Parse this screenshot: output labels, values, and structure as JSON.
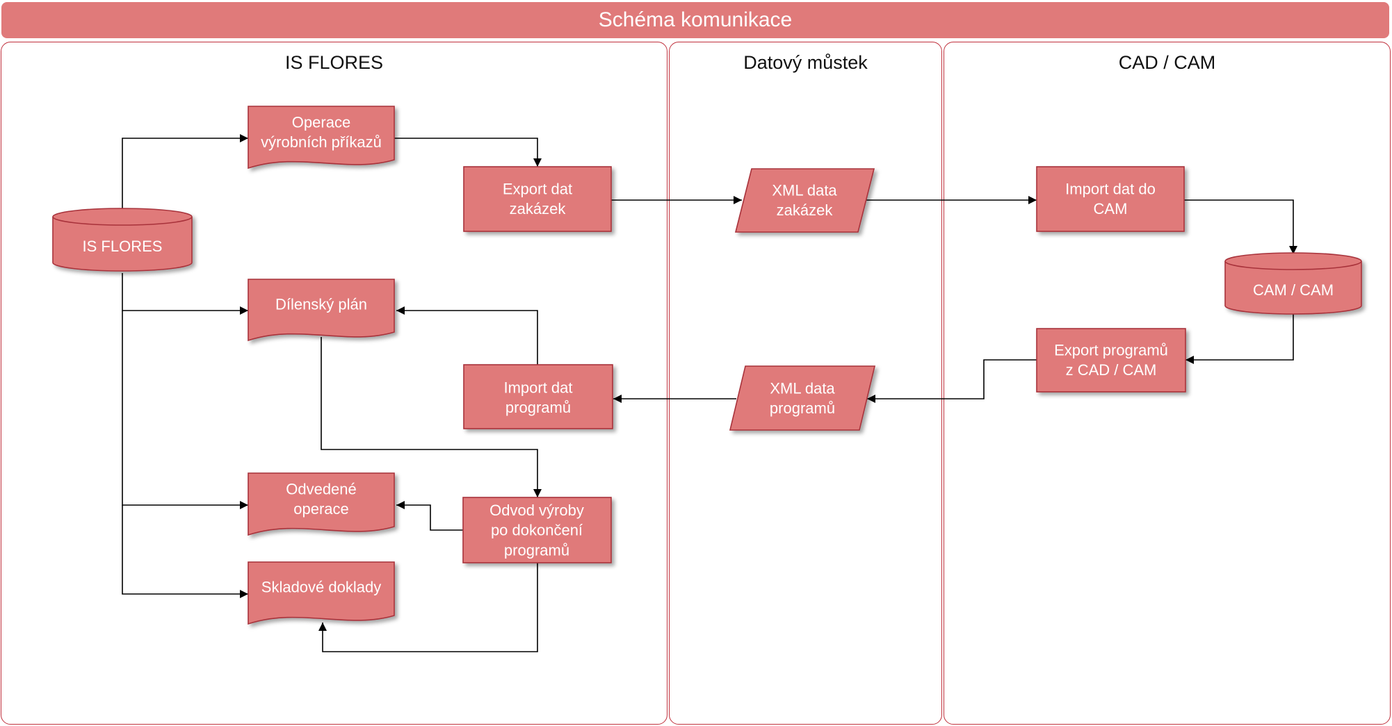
{
  "header": {
    "title": "Schéma komunikace"
  },
  "lanes": [
    {
      "id": "is-flores",
      "title": "IS FLORES"
    },
    {
      "id": "datovy-mustek",
      "title": "Datový můstek"
    },
    {
      "id": "cad-cam",
      "title": "CAD / CAM"
    }
  ],
  "nodes": {
    "is_flores_db": {
      "shape": "database",
      "lines": [
        "IS FLORES"
      ]
    },
    "operace_vyrobnich_prikazu": {
      "shape": "document",
      "lines": [
        "Operace",
        "výrobních příkazů"
      ]
    },
    "export_dat_zakazek": {
      "shape": "process",
      "lines": [
        "Export dat",
        "zakázek"
      ]
    },
    "xml_data_zakazek": {
      "shape": "data",
      "lines": [
        "XML data",
        "zakázek"
      ]
    },
    "import_dat_do_cam": {
      "shape": "process",
      "lines": [
        "Import dat do",
        "CAM"
      ]
    },
    "cam_db": {
      "shape": "database",
      "lines": [
        "CAM / CAM"
      ]
    },
    "export_programu": {
      "shape": "process",
      "lines": [
        "Export programů",
        "z CAD / CAM"
      ]
    },
    "xml_data_programu": {
      "shape": "data",
      "lines": [
        "XML data",
        "programů"
      ]
    },
    "import_dat_programu": {
      "shape": "process",
      "lines": [
        "Import dat",
        "programů"
      ]
    },
    "dilensky_plan": {
      "shape": "document",
      "lines": [
        "Dílenský plán"
      ]
    },
    "odvod_vyroby": {
      "shape": "process",
      "lines": [
        "Odvod výroby",
        "po dokončení",
        "programů"
      ]
    },
    "odvedene_operace": {
      "shape": "document",
      "lines": [
        "Odvedené",
        "operace"
      ]
    },
    "skladove_doklady": {
      "shape": "document",
      "lines": [
        "Skladové doklady"
      ]
    }
  },
  "connections": [
    {
      "from": "is_flores_db",
      "to": "operace_vyrobnich_prikazu"
    },
    {
      "from": "operace_vyrobnich_prikazu",
      "to": "export_dat_zakazek"
    },
    {
      "from": "export_dat_zakazek",
      "to": "xml_data_zakazek"
    },
    {
      "from": "xml_data_zakazek",
      "to": "import_dat_do_cam"
    },
    {
      "from": "import_dat_do_cam",
      "to": "cam_db"
    },
    {
      "from": "cam_db",
      "to": "export_programu"
    },
    {
      "from": "export_programu",
      "to": "xml_data_programu"
    },
    {
      "from": "xml_data_programu",
      "to": "import_dat_programu"
    },
    {
      "from": "import_dat_programu",
      "to": "dilensky_plan"
    },
    {
      "from": "is_flores_db",
      "to": "dilensky_plan"
    },
    {
      "from": "dilensky_plan",
      "to": "odvod_vyroby"
    },
    {
      "from": "is_flores_db",
      "to": "odvedene_operace"
    },
    {
      "from": "odvod_vyroby",
      "to": "odvedene_operace"
    },
    {
      "from": "is_flores_db",
      "to": "skladove_doklady"
    },
    {
      "from": "odvod_vyroby",
      "to": "skladove_doklady"
    }
  ],
  "colors": {
    "fill": "#e07a7a",
    "border": "#a8323a",
    "lane_border": "#c0303c",
    "connector": "#000000"
  }
}
